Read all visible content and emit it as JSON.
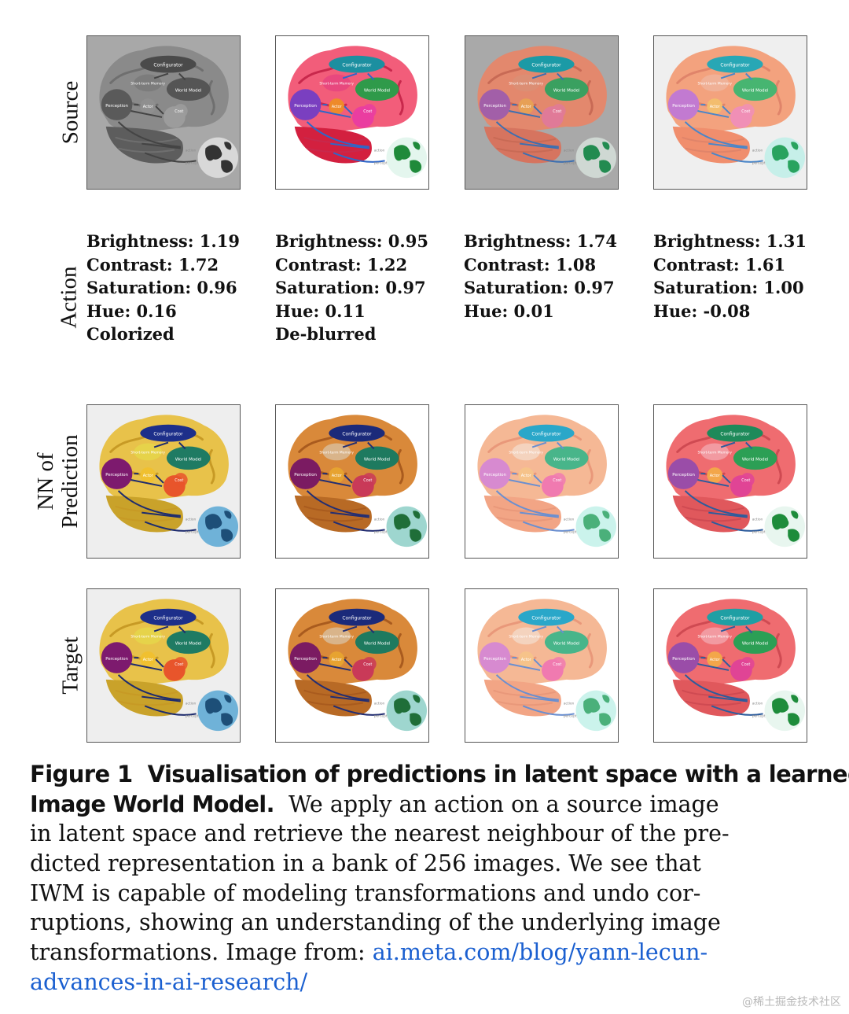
{
  "figure": {
    "row_labels": [
      "Source",
      "Action",
      "NN of\nPrediction",
      "Target"
    ],
    "actions": [
      {
        "lines": [
          "Brightness: 1.19",
          "Contrast: 1.72",
          "Saturation: 0.96",
          "Hue: 0.16",
          "Colorized"
        ]
      },
      {
        "lines": [
          "Brightness: 0.95",
          "Contrast: 1.22",
          "Saturation: 0.97",
          "Hue: 0.11",
          "De-blurred"
        ]
      },
      {
        "lines": [
          "Brightness: 1.74",
          "Contrast: 1.08",
          "Saturation: 0.97",
          "Hue: 0.01"
        ]
      },
      {
        "lines": [
          "Brightness: 1.31",
          "Contrast: 1.61",
          "Saturation: 1.00",
          "Hue: -0.08"
        ]
      }
    ],
    "diagram_labels": {
      "configurator": "Configurator",
      "memory": "Short-term Memory",
      "world_model": "World Model",
      "perception": "Perception",
      "actor": "Actor",
      "cost": "Cost",
      "action": "action",
      "percept": "percept"
    },
    "palettes": {
      "source": [
        {
          "bg": "#a8a8a8",
          "brain": "#8a8a8a",
          "fold": "#6f6f6f",
          "cereb": "#5d5d5d",
          "config": "#4a4a4a",
          "memory": "#7c7c7c",
          "world": "#555555",
          "percep": "#5a5a5a",
          "actor": "#8f8f8f",
          "cost": "#9c9c9c",
          "ocean": "#d8d8d8",
          "land": "#333333",
          "arrow": "#444444"
        },
        {
          "bg": "#ffffff",
          "brain": "#f25d7a",
          "fold": "#c8284c",
          "cereb": "#d3203f",
          "config": "#1c8fa0",
          "memory": "#e8487e",
          "world": "#2f9a4a",
          "percep": "#7a3fc0",
          "actor": "#ee8a2a",
          "cost": "#ea3da0",
          "ocean": "#e4f6ee",
          "land": "#1f8a3a",
          "arrow": "#2f67c8"
        },
        {
          "bg": "#a9a9a9",
          "brain": "#e3886d",
          "fold": "#c86a55",
          "cereb": "#d6745f",
          "config": "#1b9aa6",
          "memory": "#dc8e74",
          "world": "#3aa060",
          "percep": "#a25fa8",
          "actor": "#e7a056",
          "cost": "#e07a98",
          "ocean": "#cfd8d3",
          "land": "#228b50",
          "arrow": "#3d6fb0"
        },
        {
          "bg": "#efefef",
          "brain": "#f3a27e",
          "fold": "#e0846a",
          "cereb": "#f08e6d",
          "config": "#28a7b5",
          "memory": "#f0b197",
          "world": "#47b571",
          "percep": "#c27ad1",
          "actor": "#f3bd6e",
          "cost": "#f08fb6",
          "ocean": "#c6efe9",
          "land": "#29a35f",
          "arrow": "#4b86c8"
        }
      ],
      "nn_prediction": [
        {
          "bg": "#eeeeee",
          "brain": "#e8c24a",
          "fold": "#c79a25",
          "cereb": "#c9a22a",
          "config": "#1d2f8a",
          "memory": "#e6d34a",
          "world": "#1f7b63",
          "percep": "#7d1a6e",
          "actor": "#f0c030",
          "cost": "#e8552b",
          "ocean": "#6fb2d8",
          "land": "#1d4f78",
          "arrow": "#1e2c6e"
        },
        {
          "bg": "#ffffff",
          "brain": "#d9893a",
          "fold": "#a95b1e",
          "cereb": "#b86a25",
          "config": "#1b2a7a",
          "memory": "#d9b48a",
          "world": "#1e7a5f",
          "percep": "#7b1b62",
          "actor": "#e7a330",
          "cost": "#c93a58",
          "ocean": "#9ed6cf",
          "land": "#1f6e38",
          "arrow": "#232e72"
        },
        {
          "bg": "#ffffff",
          "brain": "#f5b895",
          "fold": "#e9987a",
          "cereb": "#f2a585",
          "config": "#2aa7c9",
          "memory": "#f4d3be",
          "world": "#48b58a",
          "percep": "#d78ad0",
          "actor": "#f6c38a",
          "cost": "#f07ab0",
          "ocean": "#cbf3ec",
          "land": "#4ab07a",
          "arrow": "#6a8fd0"
        },
        {
          "bg": "#ffffff",
          "brain": "#ef6c70",
          "fold": "#cf4a52",
          "cereb": "#e0585c",
          "config": "#1e8a5a",
          "memory": "#f29aa1",
          "world": "#2c9f55",
          "percep": "#9a4da8",
          "actor": "#f3a64a",
          "cost": "#e04495",
          "ocean": "#e8f6ef",
          "land": "#1e8c3b",
          "arrow": "#2d5c9c"
        }
      ],
      "target": [
        {
          "bg": "#eeeeee",
          "brain": "#e8c24a",
          "fold": "#c79a25",
          "cereb": "#c9a22a",
          "config": "#1d2f8a",
          "memory": "#e6d34a",
          "world": "#1f7b63",
          "percep": "#7d1a6e",
          "actor": "#f0c030",
          "cost": "#e8552b",
          "ocean": "#6fb2d8",
          "land": "#1d4f78",
          "arrow": "#1e2c6e"
        },
        {
          "bg": "#ffffff",
          "brain": "#d9893a",
          "fold": "#a95b1e",
          "cereb": "#b86a25",
          "config": "#1b2a7a",
          "memory": "#d9b48a",
          "world": "#1e7a5f",
          "percep": "#7b1b62",
          "actor": "#e7a330",
          "cost": "#c93a58",
          "ocean": "#9ed6cf",
          "land": "#1f6e38",
          "arrow": "#232e72"
        },
        {
          "bg": "#ffffff",
          "brain": "#f5b895",
          "fold": "#e9987a",
          "cereb": "#f2a585",
          "config": "#2aa7c9",
          "memory": "#f4d3be",
          "world": "#48b58a",
          "percep": "#d78ad0",
          "actor": "#f6c38a",
          "cost": "#f07ab0",
          "ocean": "#cbf3ec",
          "land": "#4ab07a",
          "arrow": "#6a8fd0"
        },
        {
          "bg": "#ffffff",
          "brain": "#ef6c70",
          "fold": "#cf4a52",
          "cereb": "#e0585c",
          "config": "#1f9fa4",
          "memory": "#f29aa1",
          "world": "#2c9f55",
          "percep": "#9a4da8",
          "actor": "#f3a64a",
          "cost": "#e04495",
          "ocean": "#e8f6ef",
          "land": "#1e8c3b",
          "arrow": "#2d5c9c"
        }
      ]
    }
  },
  "caption": {
    "label": "Figure 1",
    "title_part1": "Visualisation of predictions in latent space with a learned",
    "title_part2": "Image World Model.",
    "line2_rest": "We apply an action on a source image",
    "line3": "in latent space and retrieve the nearest neighbour of the pre-",
    "line4": "dicted representation in a bank of 256 images. We see that",
    "line5": "IWM is capable of modeling transformations and undo cor-",
    "line6": "ruptions, showing an understanding of the underlying image",
    "line7_text": "transformations. Image from:",
    "link_part1": "ai.meta.com/blog/yann-lecun-",
    "link_part2": "advances-in-ai-research/"
  },
  "watermark": "@稀土掘金技术社区"
}
